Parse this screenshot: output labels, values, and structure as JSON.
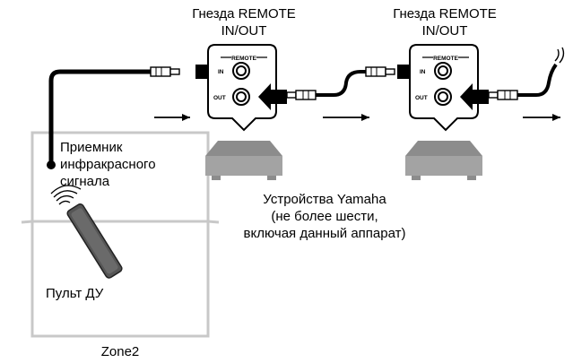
{
  "labels": {
    "jack_label_1": "Гнезда REMOTE\nIN/OUT",
    "jack_label_2": "Гнезда REMOTE\nIN/OUT",
    "ir_receiver": "Приемник\nинфракрасного\nсигнала",
    "remote": "Пульт ДУ",
    "zone": "Zone2",
    "devices": "Устройства Yamaha\n(не более шести,\nвключая данный аппарат)"
  },
  "panel": {
    "title": "REMOTE",
    "in": "IN",
    "out": "OUT"
  },
  "colors": {
    "line": "#000000",
    "wall": "#c8c8c8",
    "device": "#a3a3a3",
    "device_dark": "#8c8c8c"
  }
}
